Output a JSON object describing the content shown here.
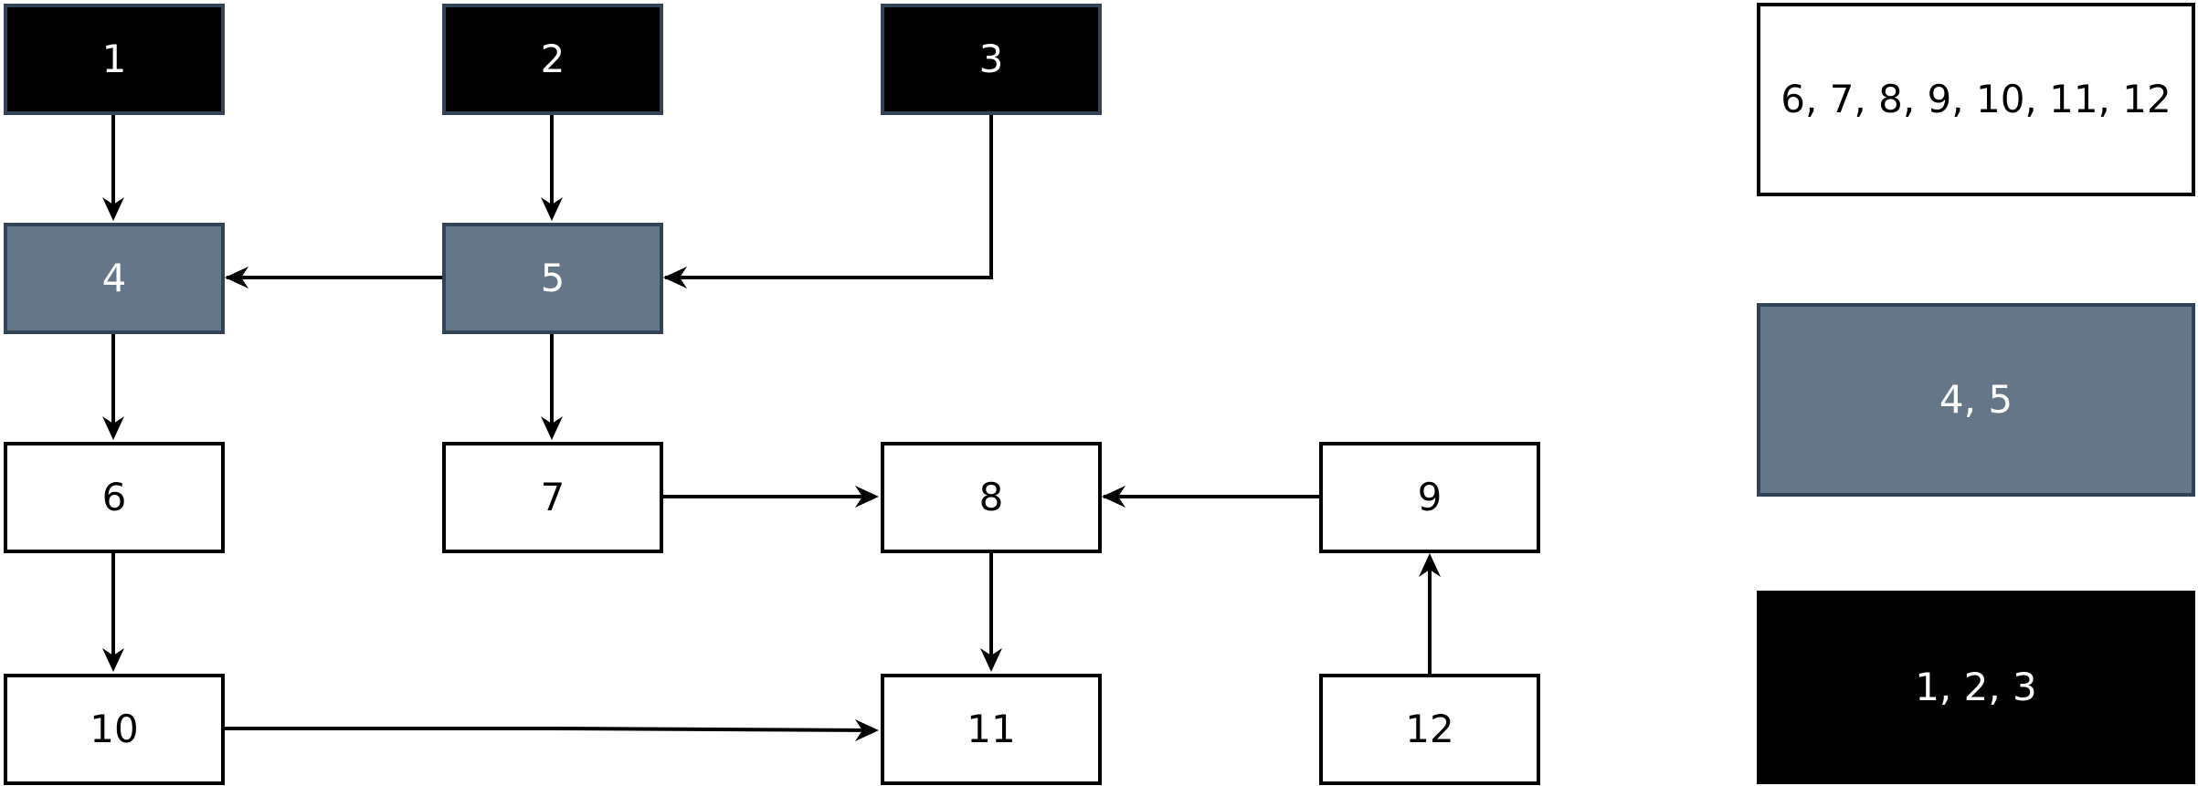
{
  "nodes": {
    "n1": "1",
    "n2": "2",
    "n3": "3",
    "n4": "4",
    "n5": "5",
    "n6": "6",
    "n7": "7",
    "n8": "8",
    "n9": "9",
    "n10": "10",
    "n11": "11",
    "n12": "12"
  },
  "legend": {
    "white": "6, 7, 8, 9, 10, 11, 12",
    "gray": "4, 5",
    "black": "1, 2, 3"
  },
  "edges": [
    {
      "from": "1",
      "to": "4"
    },
    {
      "from": "2",
      "to": "5"
    },
    {
      "from": "3",
      "to": "5"
    },
    {
      "from": "5",
      "to": "4"
    },
    {
      "from": "4",
      "to": "6"
    },
    {
      "from": "5",
      "to": "7"
    },
    {
      "from": "7",
      "to": "8"
    },
    {
      "from": "9",
      "to": "8"
    },
    {
      "from": "6",
      "to": "10"
    },
    {
      "from": "8",
      "to": "11"
    },
    {
      "from": "10",
      "to": "11"
    },
    {
      "from": "12",
      "to": "9"
    }
  ],
  "colors": {
    "black_fill": "#000000",
    "gray_fill": "#647687",
    "dark_border": "#314354",
    "white_fill": "#ffffff",
    "edge": "#000000"
  }
}
